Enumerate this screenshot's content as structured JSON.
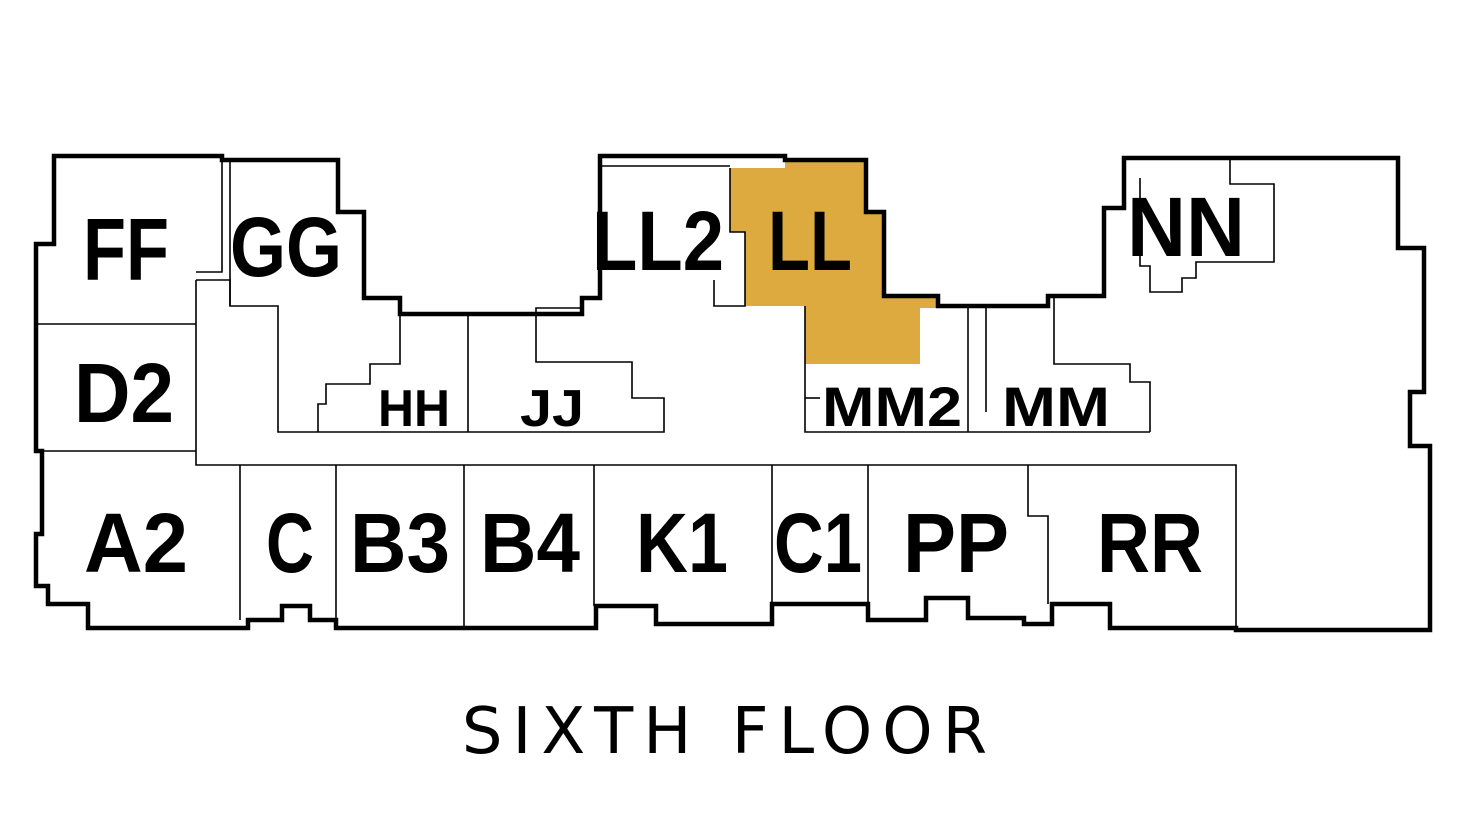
{
  "floor_title": "SIXTH FLOOR",
  "highlight_color": "#DDAA3F",
  "highlighted_unit": "LL",
  "units": [
    {
      "id": "FF",
      "label": "FF",
      "highlighted": false
    },
    {
      "id": "GG",
      "label": "GG",
      "highlighted": false
    },
    {
      "id": "LL2",
      "label": "LL2",
      "highlighted": false
    },
    {
      "id": "LL",
      "label": "LL",
      "highlighted": true
    },
    {
      "id": "NN",
      "label": "NN",
      "highlighted": false
    },
    {
      "id": "D2",
      "label": "D2",
      "highlighted": false
    },
    {
      "id": "HH",
      "label": "HH",
      "highlighted": false
    },
    {
      "id": "JJ",
      "label": "JJ",
      "highlighted": false
    },
    {
      "id": "MM2",
      "label": "MM2",
      "highlighted": false
    },
    {
      "id": "MM",
      "label": "MM",
      "highlighted": false
    },
    {
      "id": "A2",
      "label": "A2",
      "highlighted": false
    },
    {
      "id": "C",
      "label": "C",
      "highlighted": false
    },
    {
      "id": "B3",
      "label": "B3",
      "highlighted": false
    },
    {
      "id": "B4",
      "label": "B4",
      "highlighted": false
    },
    {
      "id": "K1",
      "label": "K1",
      "highlighted": false
    },
    {
      "id": "C1",
      "label": "C1",
      "highlighted": false
    },
    {
      "id": "PP",
      "label": "PP",
      "highlighted": false
    },
    {
      "id": "RR",
      "label": "RR",
      "highlighted": false
    }
  ]
}
